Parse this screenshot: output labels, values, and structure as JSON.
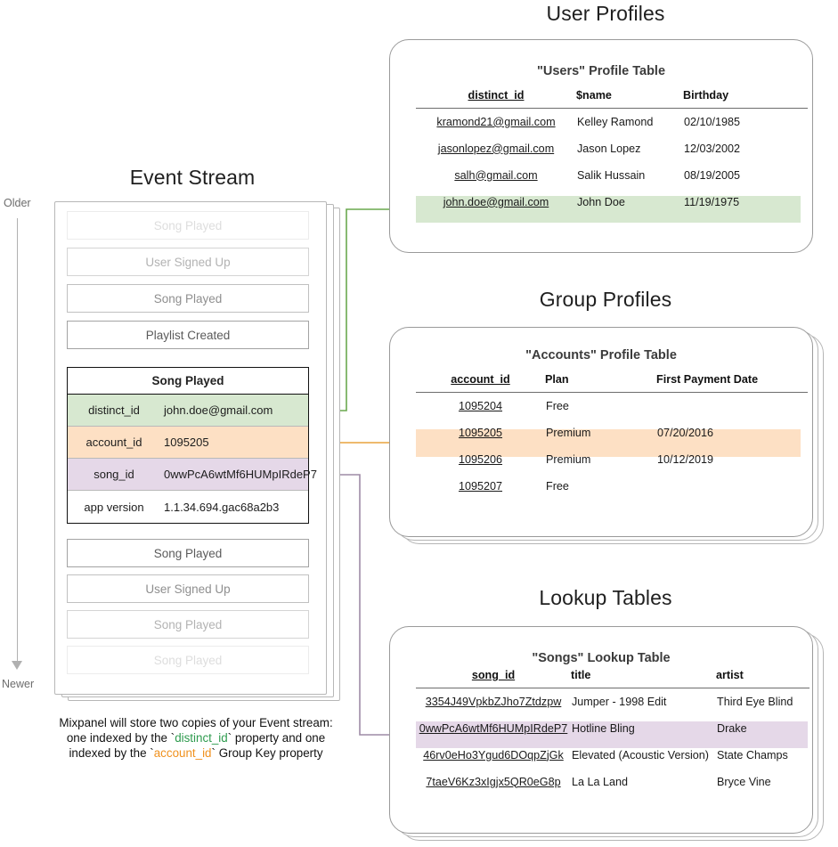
{
  "event_stream": {
    "title": "Event Stream",
    "timeline": {
      "older_label": "Older",
      "newer_label": "Newer"
    },
    "events_above": [
      {
        "label": "Song Played",
        "opacity": 0.18
      },
      {
        "label": "User Signed Up",
        "opacity": 0.42
      },
      {
        "label": "Song Played",
        "opacity": 0.62
      },
      {
        "label": "Playlist Created",
        "opacity": 0.9
      }
    ],
    "events_below": [
      {
        "label": "Song Played",
        "opacity": 0.9
      },
      {
        "label": "User Signed Up",
        "opacity": 0.62
      },
      {
        "label": "Song Played",
        "opacity": 0.42
      },
      {
        "label": "Song Played",
        "opacity": 0.18
      }
    ],
    "selected_event": {
      "name": "Song Played",
      "properties": [
        {
          "key": "distinct_id",
          "value": "john.doe@gmail.com",
          "highlight": "green"
        },
        {
          "key": "account_id",
          "value": "1095205",
          "highlight": "orange"
        },
        {
          "key": "song_id",
          "value": "0wwPcA6wtMf6HUMpIRdeP7",
          "highlight": "purple"
        },
        {
          "key": "app version",
          "value": "1.1.34.694.gac68a2b3",
          "highlight": "none"
        }
      ]
    },
    "caption": {
      "line1": "Mixpanel will store two copies of your Event stream:",
      "line2_pre": "one indexed by the `",
      "line2_key": "distinct_id",
      "line2_post": "` property and one",
      "line3_pre": "indexed by the `",
      "line3_key": "account_id",
      "line3_post": "` Group Key property"
    }
  },
  "panels": [
    {
      "heading": "User Profiles",
      "table_title": "\"Users\" Profile Table",
      "columns": [
        "distinct_id",
        "$name",
        "Birthday"
      ],
      "rows": [
        {
          "cells": [
            "kramond21@gmail.com",
            "Kelley Ramond",
            "02/10/1985"
          ],
          "highlight": false
        },
        {
          "cells": [
            "jasonlopez@gmail.com",
            "Jason Lopez",
            "12/03/2002"
          ],
          "highlight": false
        },
        {
          "cells": [
            "salh@gmail.com",
            "Salik Hussain",
            "08/19/2005"
          ],
          "highlight": false
        },
        {
          "cells": [
            "john.doe@gmail.com",
            "John Doe",
            "11/19/1975"
          ],
          "highlight": true
        }
      ]
    },
    {
      "heading": "Group Profiles",
      "table_title": "\"Accounts\" Profile Table",
      "columns": [
        "account_id",
        "Plan",
        "First Payment Date"
      ],
      "rows": [
        {
          "cells": [
            "1095204",
            "Free",
            ""
          ],
          "highlight": false
        },
        {
          "cells": [
            "1095205",
            "Premium",
            "07/20/2016"
          ],
          "highlight": true
        },
        {
          "cells": [
            "1095206",
            "Premium",
            "10/12/2019"
          ],
          "highlight": false
        },
        {
          "cells": [
            "1095207",
            "Free",
            ""
          ],
          "highlight": false
        }
      ]
    },
    {
      "heading": "Lookup Tables",
      "table_title": "\"Songs\" Lookup Table",
      "columns": [
        "song_id",
        "title",
        "artist"
      ],
      "rows": [
        {
          "cells": [
            "3354J49VpkbZJho7Ztdzpw",
            "Jumper - 1998 Edit",
            "Third Eye Blind"
          ],
          "highlight": false
        },
        {
          "cells": [
            "0wwPcA6wtMf6HUMpIRdeP7",
            "Hotline Bling",
            "Drake"
          ],
          "highlight": true
        },
        {
          "cells": [
            "46rv0eHo3Ygud6DOqpZjGk",
            "Elevated (Acoustic Version)",
            "State Champs"
          ],
          "highlight": false
        },
        {
          "cells": [
            "7taeV6Kz3xIgjx5QR0eG8p",
            "La La Land",
            "Bryce Vine"
          ],
          "highlight": false
        }
      ]
    }
  ],
  "colors": {
    "green_fill": "#d7e8d0",
    "orange_fill": "#fde0c4",
    "purple_fill": "#e5d8e8",
    "green_line": "#6aa84f",
    "orange_line": "#e8a33d",
    "purple_line": "#9e8ba6",
    "panel_border": "#9a9a9a",
    "text": "#1c1c1c"
  }
}
